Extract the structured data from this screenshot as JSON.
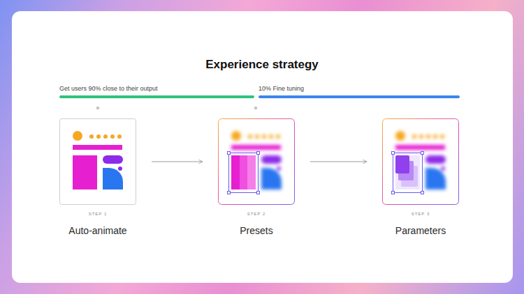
{
  "diagram": {
    "title": "Experience strategy",
    "nodes": [
      {
        "text": [
          "STEP 1",
          "Auto-animate"
        ]
      },
      {
        "text": [
          "STEP 2",
          "Presets"
        ]
      },
      {
        "text": [
          "STEP 3",
          "Parameters"
        ]
      }
    ],
    "edges": [
      {
        "from": 0,
        "to": 1,
        "arrow": "to"
      },
      {
        "from": 1,
        "to": 2,
        "arrow": "to"
      }
    ],
    "labels": [
      "Get users 90% close to their output",
      "10% Fine tuning"
    ]
  }
}
